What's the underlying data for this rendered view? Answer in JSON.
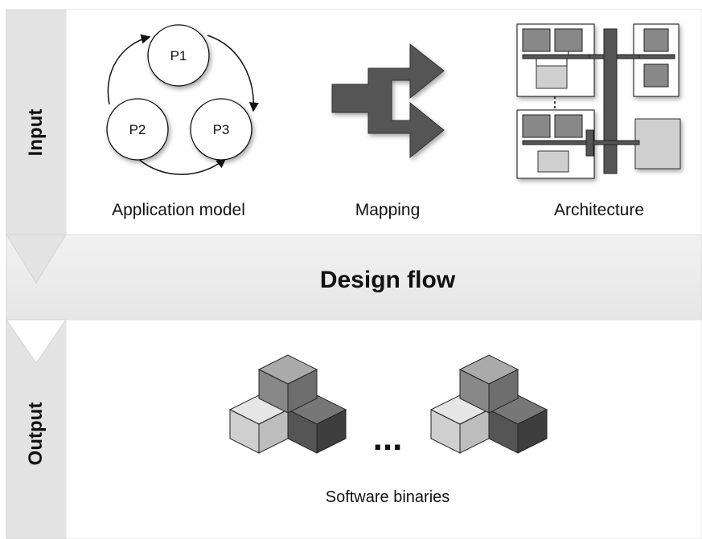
{
  "sections": {
    "input_label": "Input",
    "output_label": "Output",
    "flow_label": "Design flow"
  },
  "input": {
    "application_model": {
      "caption": "Application model",
      "processes": [
        "P1",
        "P2",
        "P3"
      ]
    },
    "mapping": {
      "caption": "Mapping"
    },
    "architecture": {
      "caption": "Architecture"
    }
  },
  "output": {
    "caption": "Software binaries",
    "ellipsis": "..."
  },
  "colors": {
    "panel_bg": "#f6f6f6",
    "band_bg": "#ececec",
    "dark_gray": "#555555",
    "mid_gray": "#888888",
    "light_gray": "#cfcfcf"
  }
}
